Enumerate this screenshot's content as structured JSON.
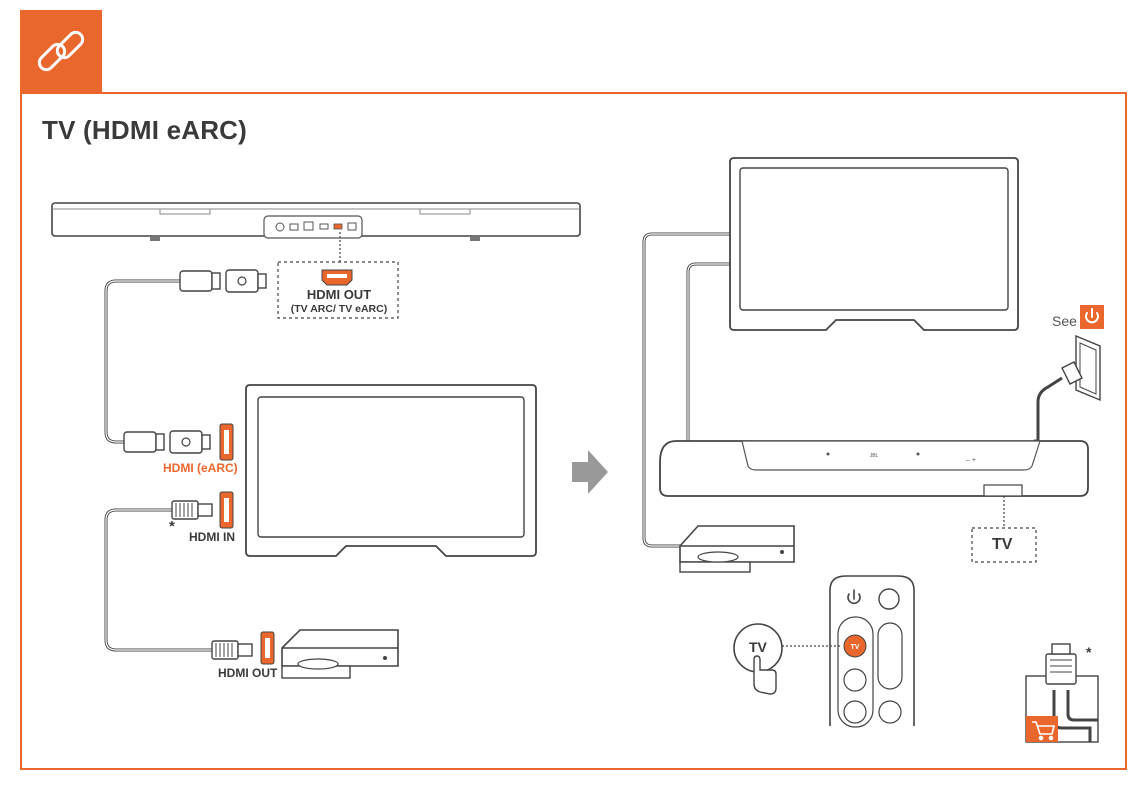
{
  "header": {
    "icon": "link-icon",
    "accent_color": "#e9662c",
    "title": "TV (HDMI eARC)"
  },
  "soundbar_port": {
    "label_line1": "HDMI OUT",
    "label_line2": "(TV ARC/ TV eARC)"
  },
  "tv_ports": {
    "earc_label": "HDMI (eARC)",
    "hdmi_in_label": "HDMI IN",
    "asterisk": "*"
  },
  "player": {
    "hdmi_out_label": "HDMI OUT"
  },
  "right_side": {
    "see_label": "See",
    "power_icon": "power-icon",
    "soundbar_logo": "JBL",
    "tv_box_label": "TV",
    "remote_tv_button_label": "TV",
    "tv_callout_label": "TV",
    "asterisk": "*",
    "cart_icon": "cart-icon"
  }
}
